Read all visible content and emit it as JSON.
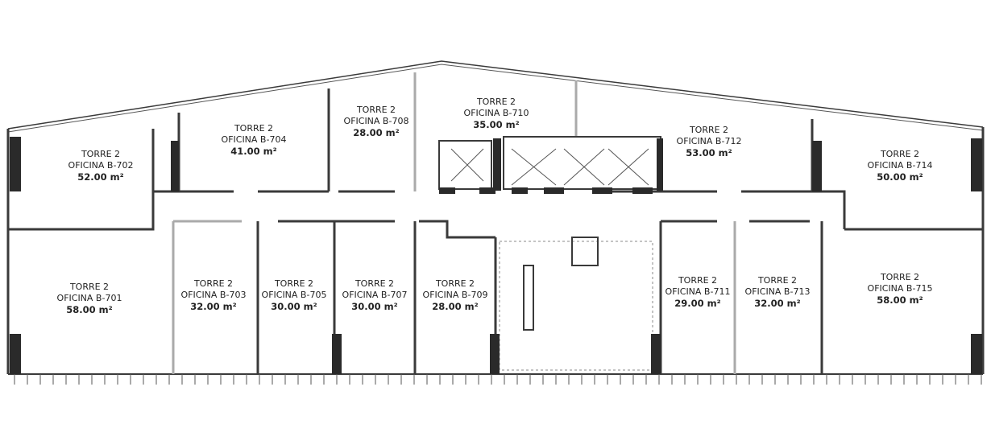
{
  "plan": {
    "offices": [
      {
        "id": "b702",
        "tower": "TORRE 2",
        "name": "OFICINA B-702",
        "area": "52.00 m²"
      },
      {
        "id": "b704",
        "tower": "TORRE 2",
        "name": "OFICINA B-704",
        "area": "41.00 m²"
      },
      {
        "id": "b708",
        "tower": "TORRE 2",
        "name": "OFICINA B-708",
        "area": "28.00 m²"
      },
      {
        "id": "b710",
        "tower": "TORRE 2",
        "name": "OFICINA B-710",
        "area": "35.00 m²"
      },
      {
        "id": "b712",
        "tower": "TORRE 2",
        "name": "OFICINA B-712",
        "area": "53.00 m²"
      },
      {
        "id": "b714",
        "tower": "TORRE 2",
        "name": "OFICINA B-714",
        "area": "50.00 m²"
      },
      {
        "id": "b701",
        "tower": "TORRE 2",
        "name": "OFICINA B-701",
        "area": "58.00 m²"
      },
      {
        "id": "b703",
        "tower": "TORRE 2",
        "name": "OFICINA B-703",
        "area": "32.00 m²"
      },
      {
        "id": "b705",
        "tower": "TORRE 2",
        "name": "OFICINA B-705",
        "area": "30.00 m²"
      },
      {
        "id": "b707",
        "tower": "TORRE 2",
        "name": "OFICINA B-707",
        "area": "30.00 m²"
      },
      {
        "id": "b709",
        "tower": "TORRE 2",
        "name": "OFICINA B-709",
        "area": "28.00 m²"
      },
      {
        "id": "b711",
        "tower": "TORRE 2",
        "name": "OFICINA B-711",
        "area": "29.00 m²"
      },
      {
        "id": "b713",
        "tower": "TORRE 2",
        "name": "OFICINA B-713",
        "area": "32.00 m²"
      },
      {
        "id": "b715",
        "tower": "TORRE 2",
        "name": "OFICINA B-715",
        "area": "58.00 m²"
      }
    ]
  }
}
